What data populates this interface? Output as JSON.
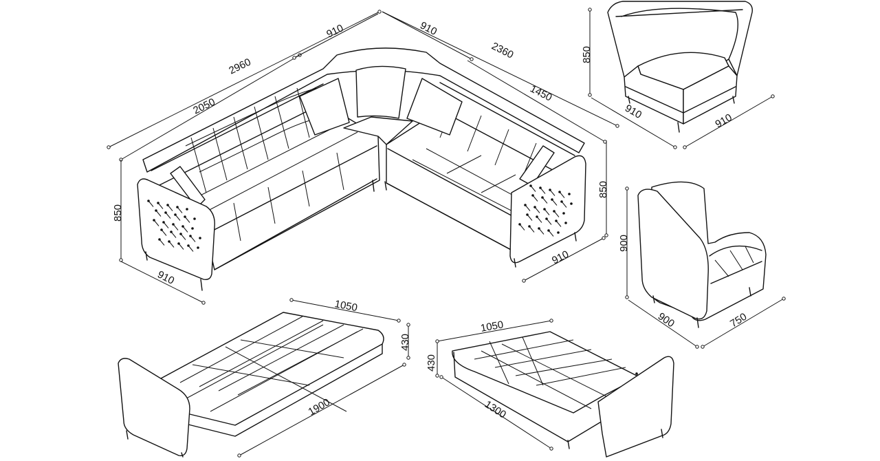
{
  "dimensions": {
    "corner_total_left": "2960",
    "corner_top_left_seg": "910",
    "corner_top_right_seg": "910",
    "corner_total_right": "2360",
    "corner_left_length": "2050",
    "corner_right_length": "1450",
    "corner_height_left": "850",
    "corner_height_right": "850",
    "corner_depth_left": "910",
    "corner_depth_right": "910",
    "corner_chair_height": "850",
    "corner_chair_depth_left": "910",
    "corner_chair_depth_right": "910",
    "armchair_height": "900",
    "armchair_depth": "900",
    "armchair_width": "750",
    "bed1_depth": "1050",
    "bed1_height": "430",
    "bed1_length": "1900",
    "bed2_depth": "1050",
    "bed2_height": "430",
    "bed2_length": "1300"
  }
}
